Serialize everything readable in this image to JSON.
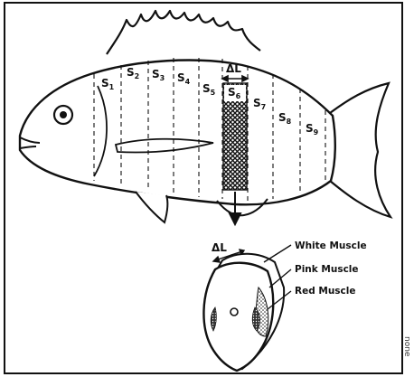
{
  "figure": {
    "segments": [
      {
        "base": "S",
        "sub": "1"
      },
      {
        "base": "S",
        "sub": "2"
      },
      {
        "base": "S",
        "sub": "3"
      },
      {
        "base": "S",
        "sub": "4"
      },
      {
        "base": "S",
        "sub": "5"
      },
      {
        "base": "S",
        "sub": "6"
      },
      {
        "base": "S",
        "sub": "7"
      },
      {
        "base": "S",
        "sub": "8"
      },
      {
        "base": "S",
        "sub": "9"
      }
    ],
    "delta_label_top": "ΔL",
    "delta_label_section": "ΔL",
    "muscles": {
      "white": "White Muscle",
      "pink": "Pink Muscle",
      "red": "Red Muscle"
    },
    "section_center": "O",
    "side_text": "none"
  }
}
